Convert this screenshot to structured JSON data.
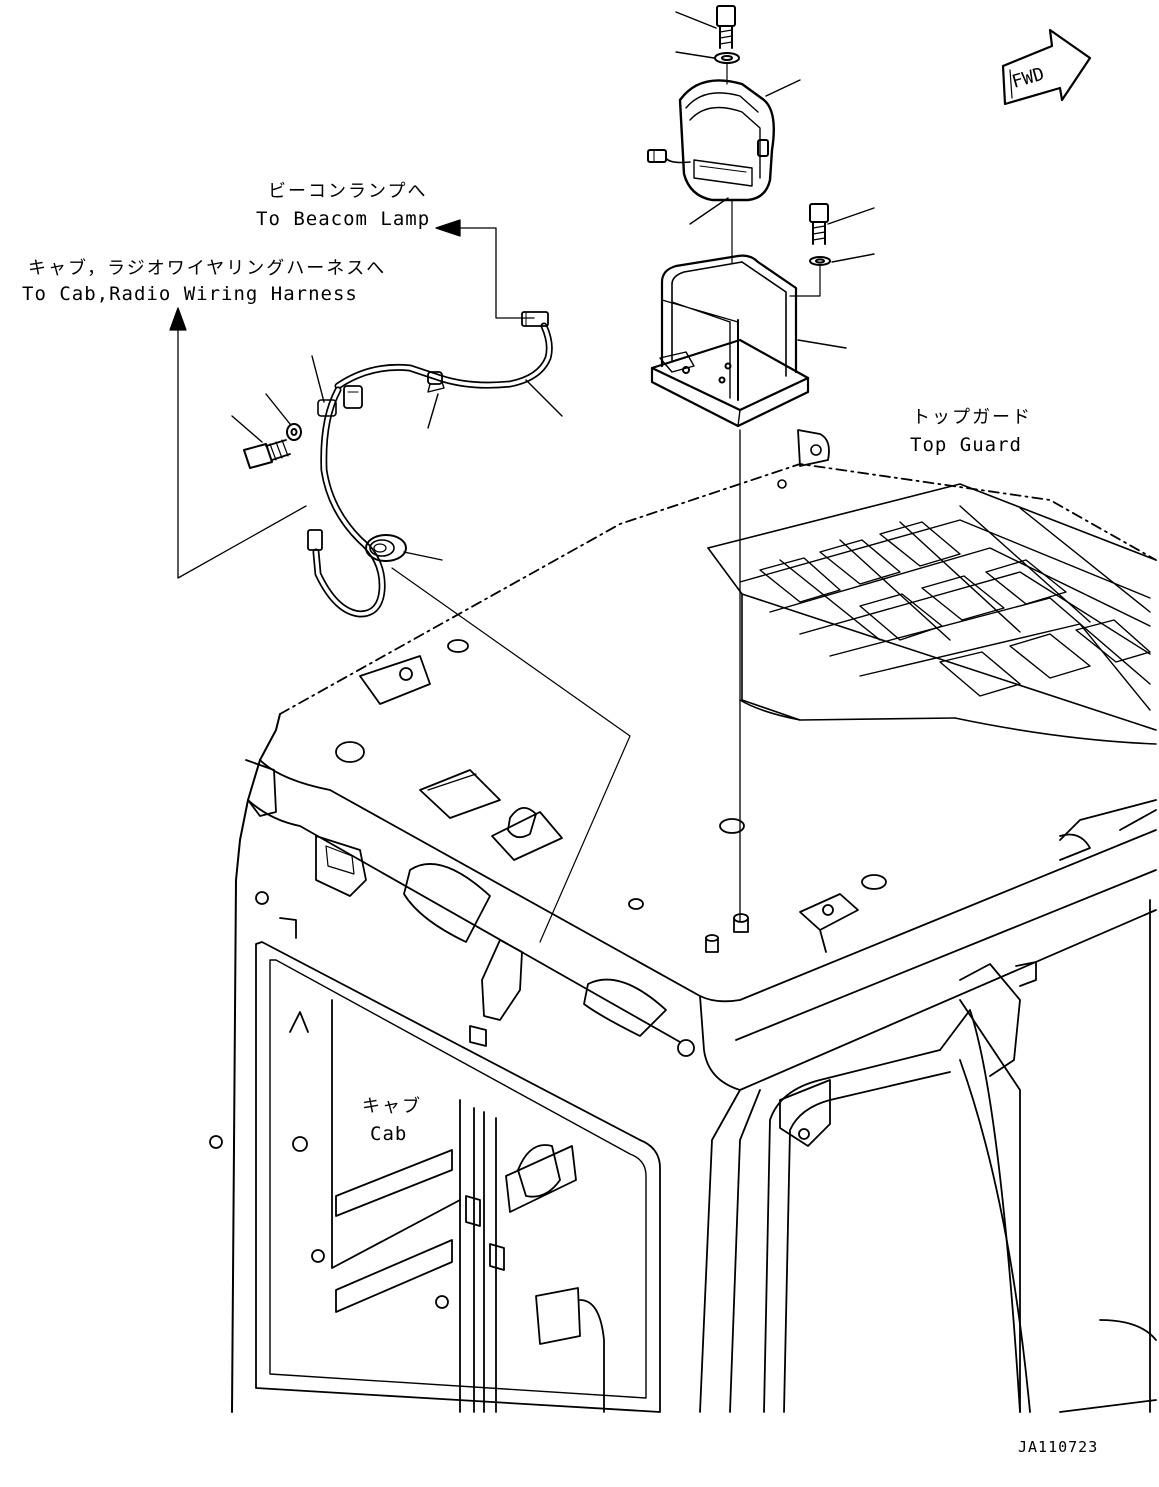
{
  "labels": {
    "beacon_jp": "ビーコンランプへ",
    "beacon_en": "To Beacom Lamp",
    "harness_jp": "キャブ，ラジオワイヤリングハーネスへ",
    "harness_en": "To Cab,Radio Wiring Harness",
    "topguard_jp": "トップガード",
    "topguard_en": "Top Guard",
    "cab_jp": "キャブ",
    "cab_en": "Cab",
    "fwd": "FWD",
    "drawing_code": "JA110723"
  }
}
